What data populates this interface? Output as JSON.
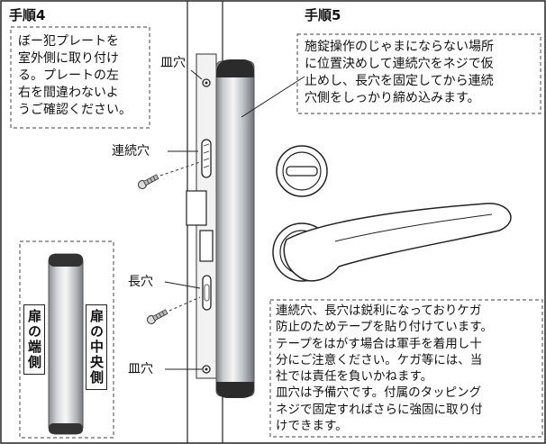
{
  "step4": {
    "title": "手順4",
    "note": "ぼー犯プレートを\n室外側に取り付け\nる。プレートの左\n右を間違わないよ\nうご確認ください。"
  },
  "step5": {
    "title": "手順5",
    "note": "施錠操作のじゃまにならない場所\nに位置決めして連続穴をネジで仮\n止めし、長穴を固定してから連続\n穴側をしっかり締め込みます。"
  },
  "labels": {
    "sara_top": "皿穴",
    "renzoku": "連続穴",
    "naga": "長穴",
    "sara_bottom": "皿穴"
  },
  "plate": {
    "edge_side": "扉の端側",
    "center_side": "扉の中央側"
  },
  "warning": "連続穴、長穴は鋭利になっておりケガ\n防止のためテープを貼り付けています。\nテープをはがす場合は軍手を着用し十\n分にご注意ください。ケガ等には、当\n社では責任を負いかねます。\n皿穴は予備穴です。付属のタッピング\nネジで固定すればさらに強固に取り付\nけできます。"
}
